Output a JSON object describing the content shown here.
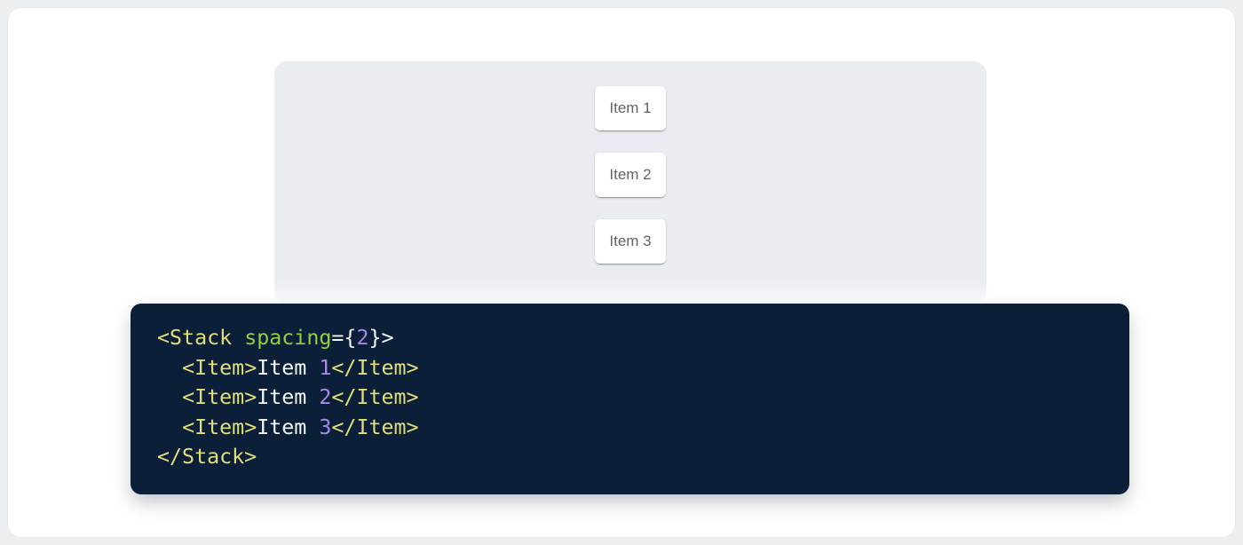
{
  "page": {
    "background": "#edf0f3",
    "card_background": "#ffffff",
    "card_border": "#e4e7ec"
  },
  "demo": {
    "panel_background": "#e9edf2",
    "items": [
      {
        "label": "Item 1"
      },
      {
        "label": "Item 2"
      },
      {
        "label": "Item 3"
      }
    ],
    "item_text_color": "#5f646a"
  },
  "code": {
    "background": "#0b2038",
    "colors": {
      "tag": "#e3dd7a",
      "attr": "#93cf3f",
      "number": "#a78ae8",
      "plain": "#f5f7fa"
    },
    "lines": [
      [
        {
          "t": "<Stack",
          "c": "tag"
        },
        {
          "t": " ",
          "c": "plain"
        },
        {
          "t": "spacing",
          "c": "attr"
        },
        {
          "t": "={",
          "c": "plain"
        },
        {
          "t": "2",
          "c": "number"
        },
        {
          "t": "}>",
          "c": "plain"
        }
      ],
      [
        {
          "t": "  ",
          "c": "plain"
        },
        {
          "t": "<Item>",
          "c": "tag"
        },
        {
          "t": "Item ",
          "c": "plain"
        },
        {
          "t": "1",
          "c": "number"
        },
        {
          "t": "</Item>",
          "c": "tag"
        }
      ],
      [
        {
          "t": "  ",
          "c": "plain"
        },
        {
          "t": "<Item>",
          "c": "tag"
        },
        {
          "t": "Item ",
          "c": "plain"
        },
        {
          "t": "2",
          "c": "number"
        },
        {
          "t": "</Item>",
          "c": "tag"
        }
      ],
      [
        {
          "t": "  ",
          "c": "plain"
        },
        {
          "t": "<Item>",
          "c": "tag"
        },
        {
          "t": "Item ",
          "c": "plain"
        },
        {
          "t": "3",
          "c": "number"
        },
        {
          "t": "</Item>",
          "c": "tag"
        }
      ],
      [
        {
          "t": "</Stack>",
          "c": "tag"
        }
      ]
    ]
  }
}
